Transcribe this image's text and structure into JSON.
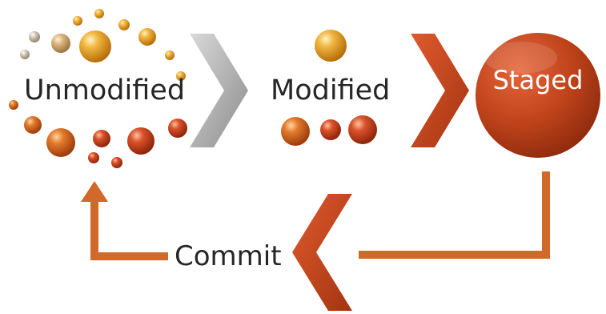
{
  "diagram": {
    "states": {
      "unmodified": "Unmodified",
      "modified": "Modified",
      "staged": "Staged"
    },
    "transition_label": "Commit",
    "colors": {
      "rust": "#c0441b",
      "rust_dark": "#8f2b0e",
      "orange_line": "#d0692a",
      "gray_chevron": "#a6a6a6",
      "text": "#262626"
    },
    "icons": [
      "gray-chevron-icon",
      "red-chevron-icon",
      "return-chevron-icon",
      "return-arrow-icon",
      "bead-icon"
    ]
  }
}
